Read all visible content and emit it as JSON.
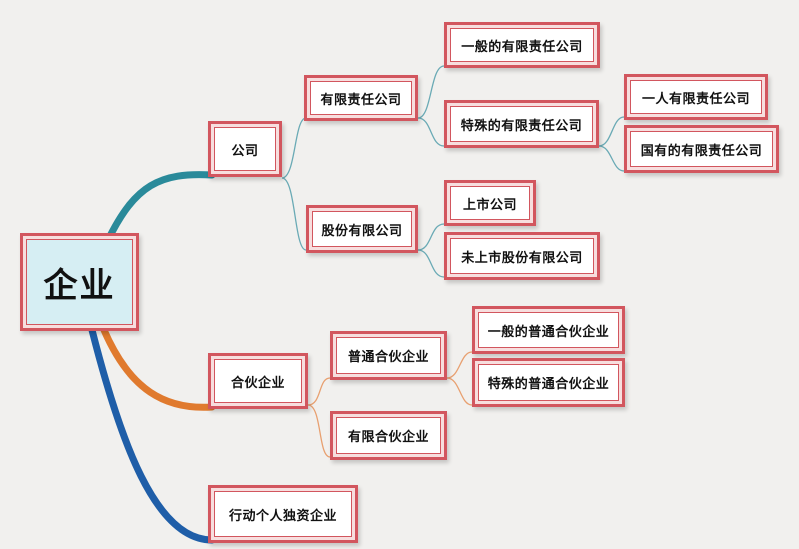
{
  "colors": {
    "node_border": "#d2565e",
    "node_frame": "#f7dede",
    "root_fill": "#d6eef3",
    "branch_company": "#2a8a9a",
    "branch_partnership": "#e07a2e",
    "branch_sole": "#1f5ea8",
    "connector": "#6aaab5",
    "connector_partnership": "#e8a070"
  },
  "root": {
    "label": "企业"
  },
  "company": {
    "label": "公司",
    "llc": {
      "label": "有限责任公司",
      "general_llc": "一般的有限责任公司",
      "special_llc": {
        "label": "特殊的有限责任公司",
        "one_person": "一人有限责任公司",
        "state_owned": "国有的有限责任公司"
      }
    },
    "joint_stock": {
      "label": "股份有限公司",
      "listed": "上市公司",
      "unlisted": "未上市股份有限公司"
    }
  },
  "partnership": {
    "label": "合伙企业",
    "general": {
      "label": "普通合伙企业",
      "ordinary": "一般的普通合伙企业",
      "special": "特殊的普通合伙企业"
    },
    "limited": "有限合伙企业"
  },
  "sole": {
    "label": "行动个人独资企业"
  }
}
